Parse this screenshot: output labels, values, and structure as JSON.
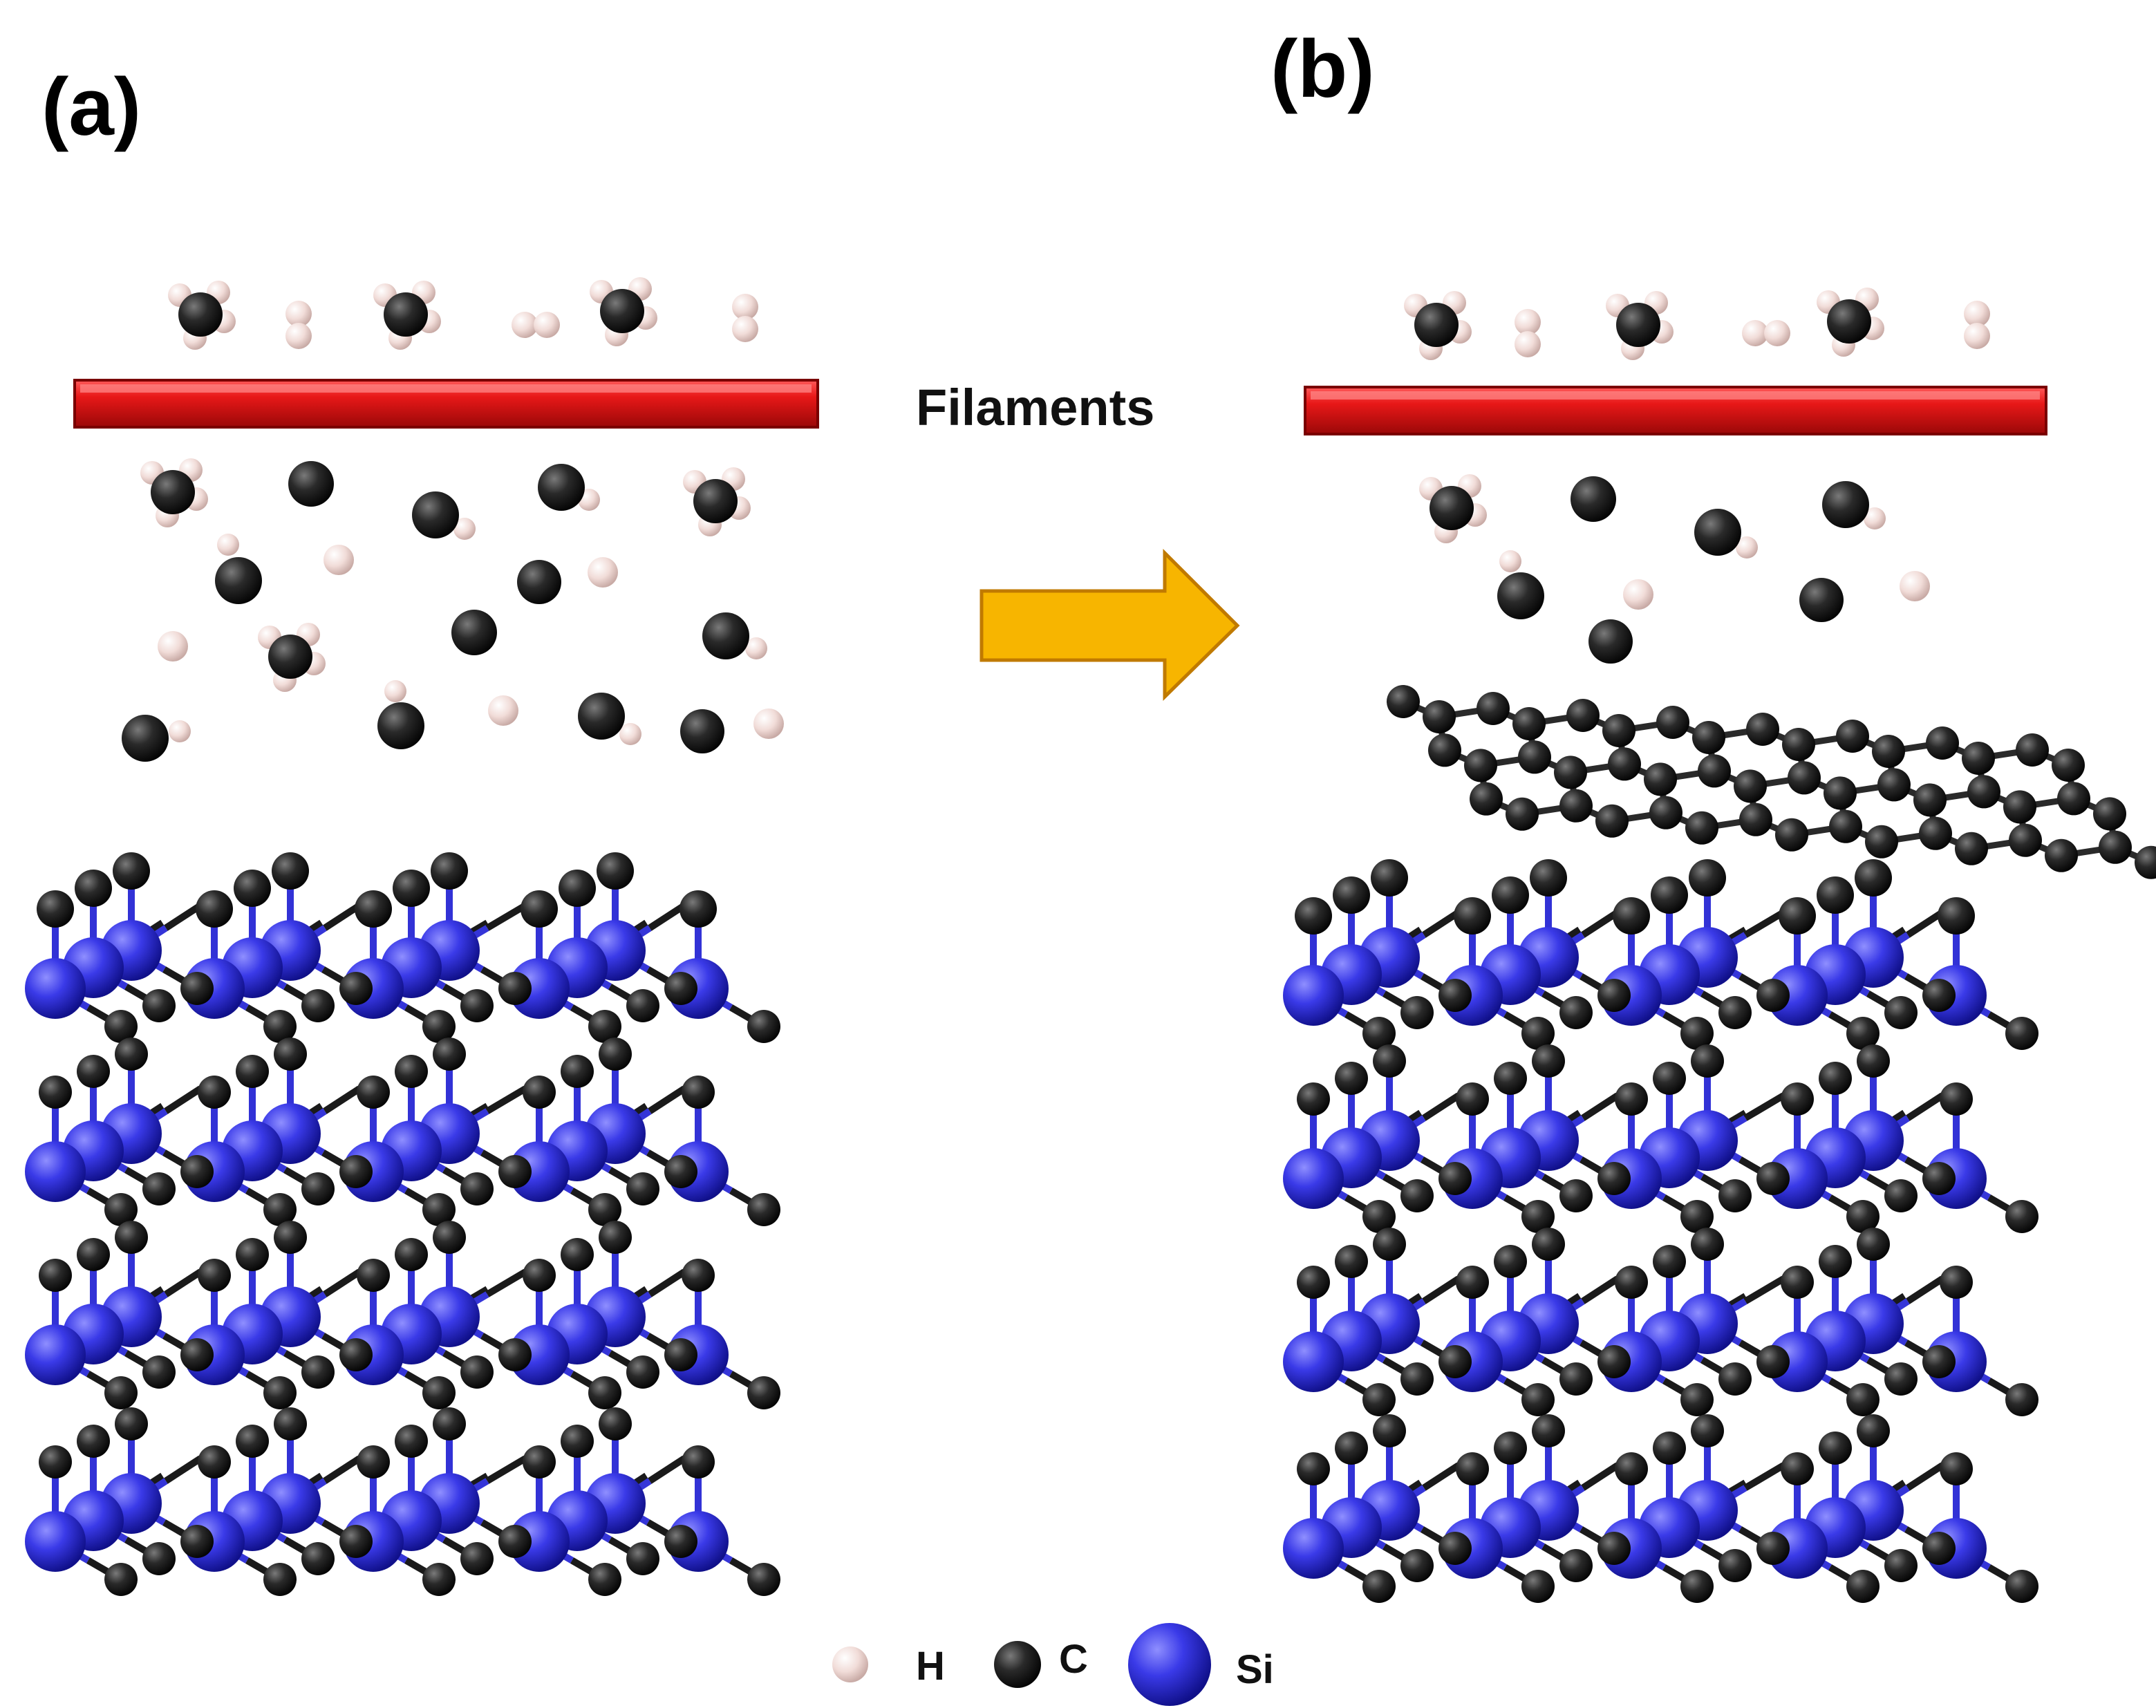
{
  "figure": {
    "panel_a_label": "(a)",
    "panel_b_label": "(b)",
    "filaments_label": "Filaments",
    "arrow_color": "#F7B500",
    "filament_color": "#E3161A"
  },
  "legend": {
    "items": [
      {
        "symbol": "H",
        "label": "H",
        "color": "#F0DCD8"
      },
      {
        "symbol": "C",
        "label": "C",
        "color": "#222222"
      },
      {
        "symbol": "Si",
        "label": "Si",
        "color": "#2222D8"
      }
    ]
  },
  "colors": {
    "silicon": "#2B2BDC",
    "carbon": "#1E1E1E",
    "hydrogen": "#EEDAD6",
    "graphene_bond": "#2A2A2A"
  }
}
